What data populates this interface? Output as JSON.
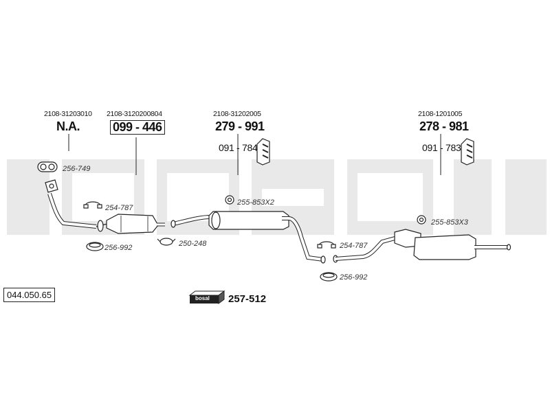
{
  "catalog_number": "044.050.65",
  "brand_watermark": "bosal",
  "brand_label": "bosal",
  "sections": {
    "front_pipe": {
      "oem": "2108-31203010",
      "part": "N.A."
    },
    "catalytic_converter": {
      "oem": "2108-3120200804",
      "part": "099 - 446"
    },
    "center_silencer": {
      "oem": "2108-31202005",
      "part": "279 - 991",
      "mount_part": "091 - 784"
    },
    "rear_silencer": {
      "oem": "2108-1201005",
      "part": "278 - 981",
      "mount_part": "091 - 783"
    }
  },
  "small_parts": {
    "gasket_top": "256-749",
    "clamp_front": "254-787",
    "ring_front": "256-992",
    "spring_clamp": "250-248",
    "rubber_center": "255-853X2",
    "clamp_rear": "254-787",
    "ring_rear": "256-992",
    "rubber_rear": "255-853X3"
  },
  "mounting_kit": "257-512"
}
